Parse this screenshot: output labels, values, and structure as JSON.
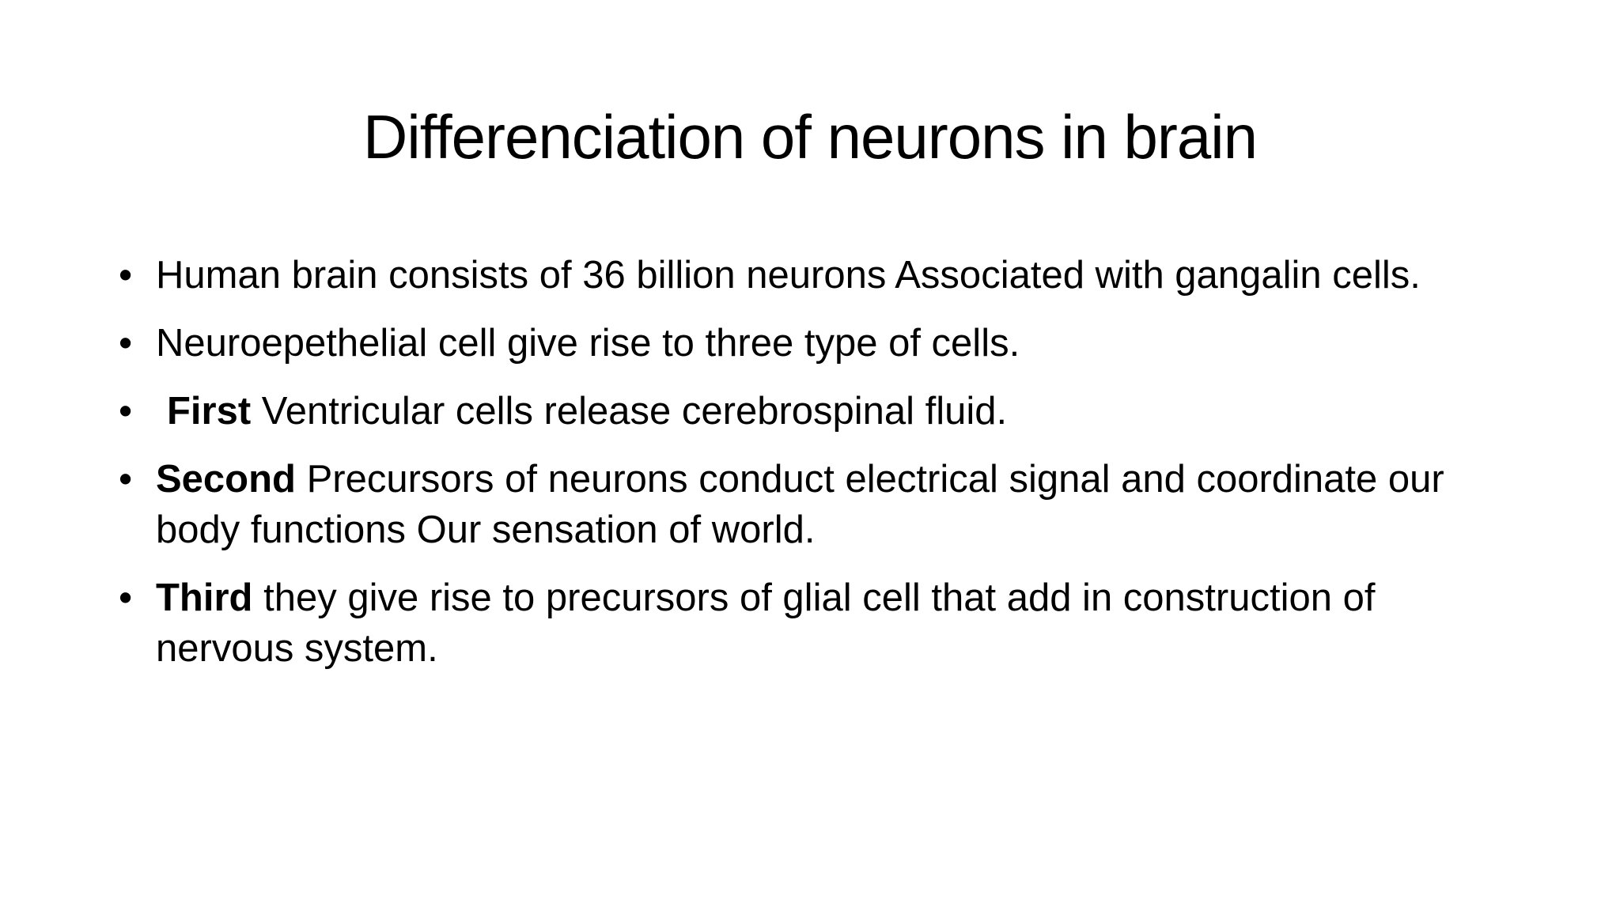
{
  "slide": {
    "title": "Differenciation of neurons in brain",
    "bullet_symbol": "•",
    "bullets": [
      {
        "lead": "",
        "text": "Human brain consists of  36 billion neurons Associated with gangalin cells."
      },
      {
        "lead": "",
        "text": "Neuroepethelial cell give rise to three type of cells."
      },
      {
        "lead": "First",
        "text": " Ventricular cells release cerebrospinal fluid."
      },
      {
        "lead": "Second",
        "text": " Precursors of neurons conduct electrical signal and coordinate our body functions Our sensation of world."
      },
      {
        "lead": "Third",
        "text": " they give rise to precursors of glial cell that add in construction of nervous system."
      }
    ]
  }
}
